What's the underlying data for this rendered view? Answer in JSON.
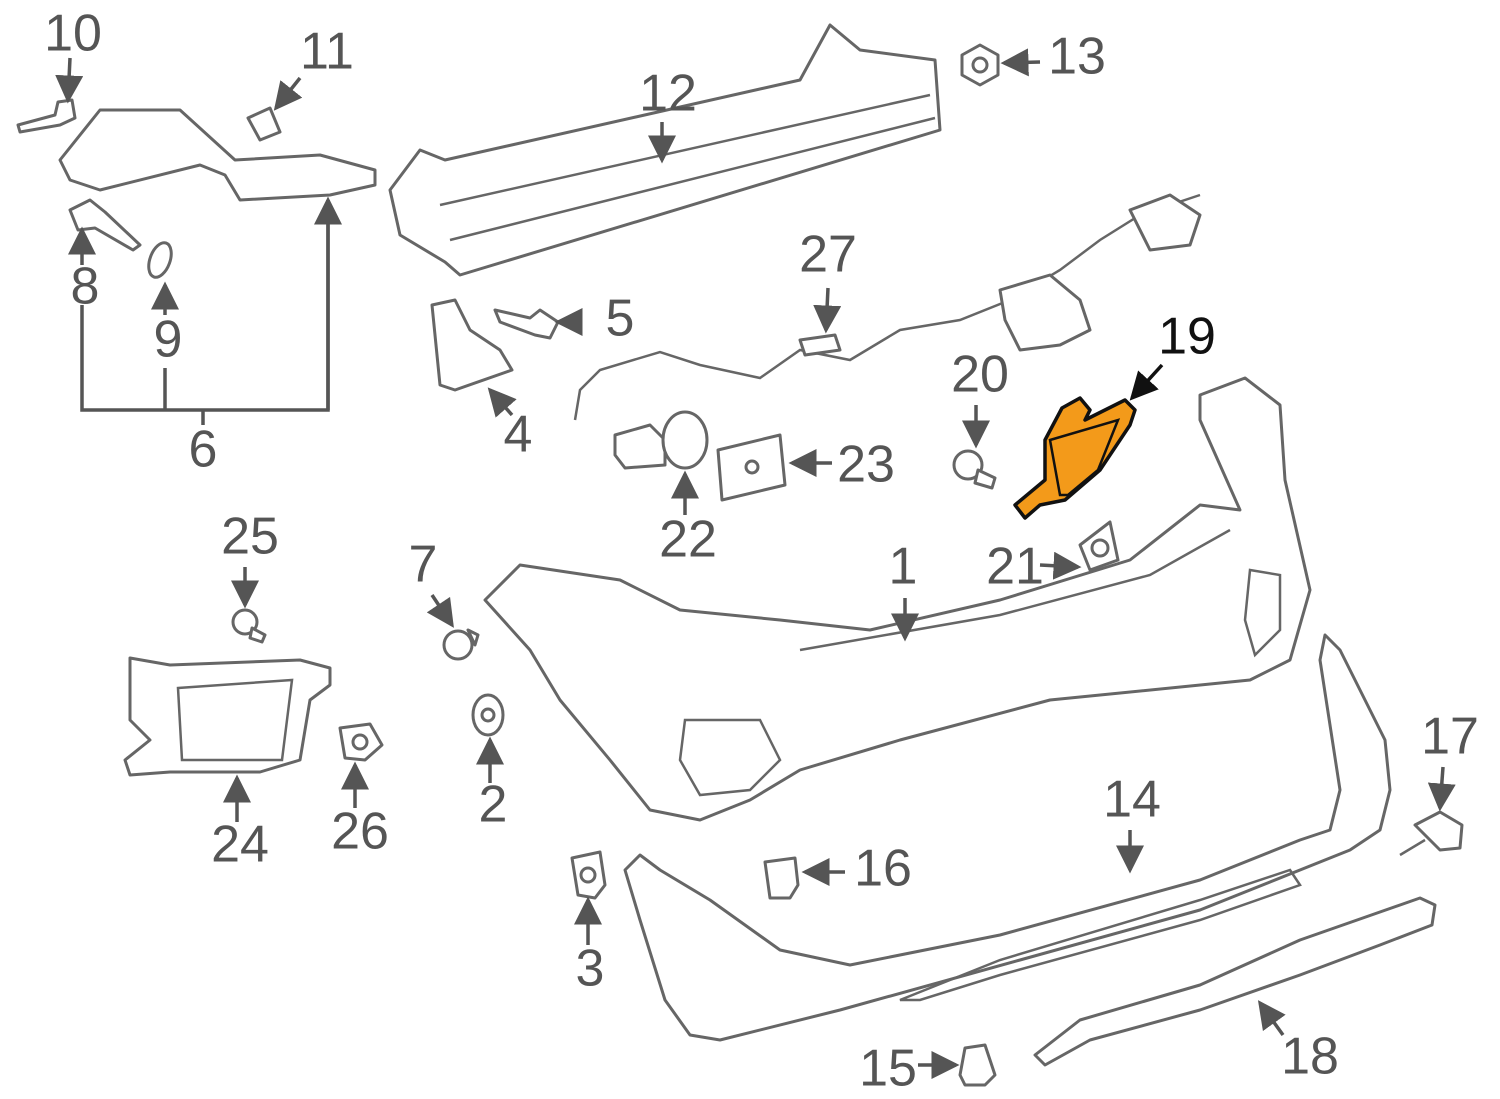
{
  "diagram": {
    "highlight_color": "#f39a1a",
    "highlighted_part": "19",
    "callouts": {
      "c1": "1",
      "c2": "2",
      "c3": "3",
      "c4": "4",
      "c5": "5",
      "c6": "6",
      "c7": "7",
      "c8": "8",
      "c9": "9",
      "c10": "10",
      "c11": "11",
      "c12": "12",
      "c13": "13",
      "c14": "14",
      "c15": "15",
      "c16": "16",
      "c17": "17",
      "c18": "18",
      "c19": "19",
      "c20": "20",
      "c21": "21",
      "c22": "22",
      "c23": "23",
      "c24": "24",
      "c25": "25",
      "c26": "26",
      "c27": "27"
    }
  }
}
